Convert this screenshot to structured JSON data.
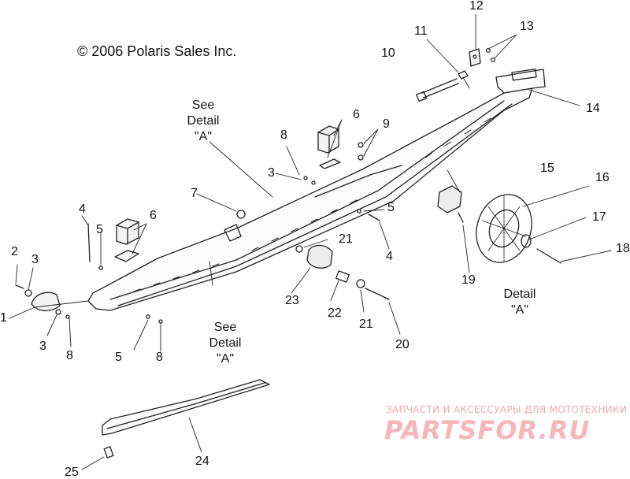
{
  "copyright": "© 2006 Polaris Sales Inc.",
  "callouts": {
    "c1": "1",
    "c2": "2",
    "c3a": "3",
    "c3b": "3",
    "c3c": "3",
    "c4a": "4",
    "c4b": "4",
    "c5a": "5",
    "c5b": "5",
    "c5c": "5",
    "c6a": "6",
    "c6b": "6",
    "c7": "7",
    "c8a": "8",
    "c8b": "8",
    "c8c": "8",
    "c9": "9",
    "c10": "10",
    "c11": "11",
    "c12": "12",
    "c13": "13",
    "c14": "14",
    "c15": "15",
    "c16": "16",
    "c17": "17",
    "c18": "18",
    "c19": "19",
    "c20": "20",
    "c21a": "21",
    "c21b": "21",
    "c22": "22",
    "c23": "23",
    "c24": "24",
    "c25": "25"
  },
  "detail_labels": {
    "top": [
      "See",
      "Detail",
      "\"A\""
    ],
    "bottom": [
      "See",
      "Detail",
      "\"A\""
    ],
    "right": [
      "Detail",
      "\"A\""
    ]
  },
  "watermark": {
    "caption": "ЗАПЧАСТИ И АКСЕССУАРЫ ДЛЯ МОТОТЕХНИКИ",
    "logo": "PARTSFOR.RU"
  }
}
